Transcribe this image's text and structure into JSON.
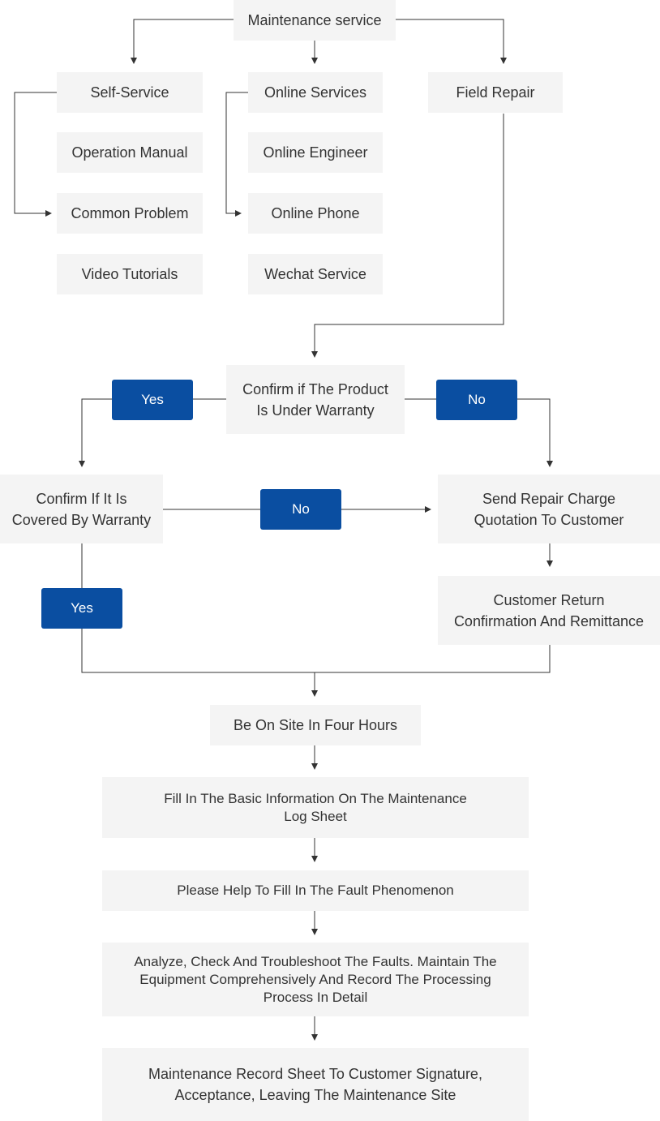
{
  "nodes": {
    "maintenance_service": "Maintenance service",
    "self_service": "Self-Service",
    "online_services": "Online Services",
    "field_repair": "Field Repair",
    "operation_manual": "Operation Manual",
    "online_engineer": "Online Engineer",
    "common_problem": "Common Problem",
    "online_phone": "Online Phone",
    "video_tutorials": "Video Tutorials",
    "wechat_service": "Wechat Service",
    "confirm_product_warranty": "Confirm if The Product\nIs Under Warranty",
    "confirm_covered": "Confirm If It Is\nCovered By Warranty",
    "send_quotation": "Send Repair Charge\nQuotation To Customer",
    "customer_return": "Customer Return\nConfirmation And Remittance",
    "on_site": "Be On Site In Four Hours",
    "fill_basic": "Fill In The Basic Information On The Maintenance\nLog Sheet",
    "fill_fault": "Please Help To Fill In The Fault Phenomenon",
    "analyze": "Analyze, Check And Troubleshoot The Faults. Maintain The\nEquipment Comprehensively And Record The Processing\nProcess In Detail",
    "record_sheet": "Maintenance Record Sheet To Customer Signature,\nAcceptance, Leaving The Maintenance Site"
  },
  "labels": {
    "yes_top": "Yes",
    "no_top": "No",
    "no_mid": "No",
    "yes_left": "Yes"
  },
  "colors": {
    "box_bg": "#f4f4f4",
    "label_bg": "#0a4ea1",
    "line": "#333333"
  }
}
